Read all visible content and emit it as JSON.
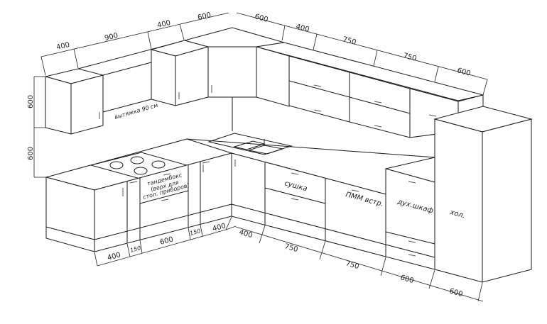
{
  "title": "Kitchen layout isometric sketch",
  "top_dims_left": [
    "400",
    "900",
    "400",
    "600"
  ],
  "top_dims_right": [
    "600",
    "400",
    "750",
    "750",
    "600"
  ],
  "vertical_dims": [
    "600",
    "600"
  ],
  "bottom_dims_left": [
    "400",
    "150",
    "600",
    "150",
    "400"
  ],
  "bottom_dims_right": [
    "400",
    "750",
    "750",
    "600",
    "600"
  ],
  "labels": {
    "hood": "вытяжка 90 см",
    "tandembox_1": "тандембокс",
    "tandembox_2": "(верх для",
    "tandembox_3": "стол. приборов)",
    "dryer": "сушка",
    "dishwasher": "ПММ встр.",
    "oven": "дух.шкаф",
    "fridge": "хол."
  },
  "colors": {
    "line": "#1a1a1a",
    "background": "#ffffff"
  }
}
